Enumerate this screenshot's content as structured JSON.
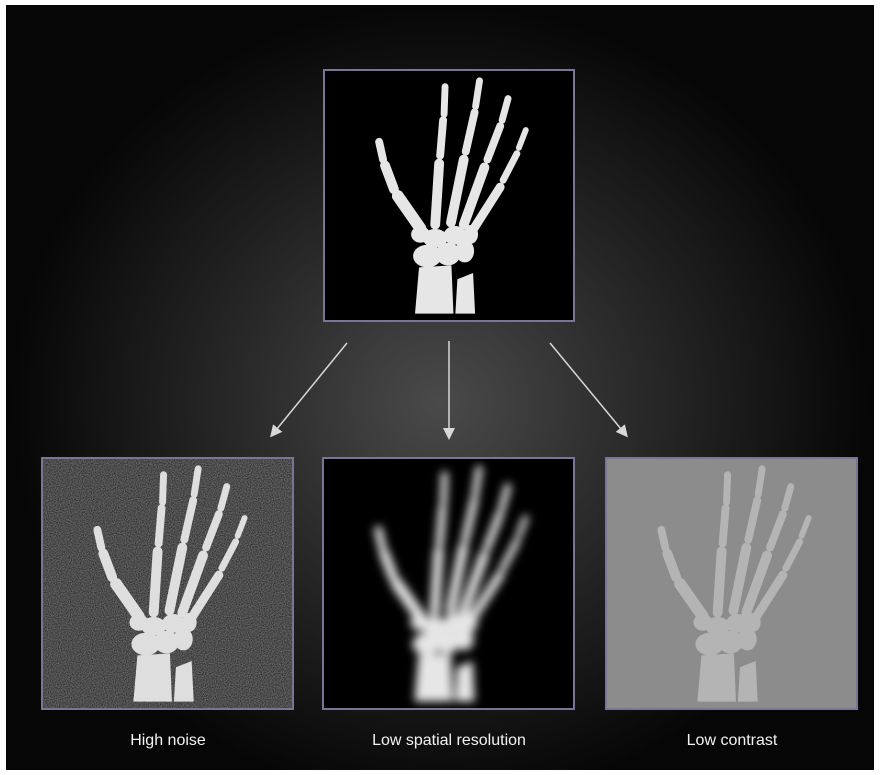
{
  "labels": {
    "noise": "High noise",
    "resolution": "Low spatial resolution",
    "contrast": "Low contrast"
  },
  "colors": {
    "frame": "#7a7596",
    "bone": "#e6e6e6",
    "noise_bg": "#1c1c1c",
    "contrast_bg": "#8c8c8c",
    "contrast_bone": "#b4b4b4"
  }
}
